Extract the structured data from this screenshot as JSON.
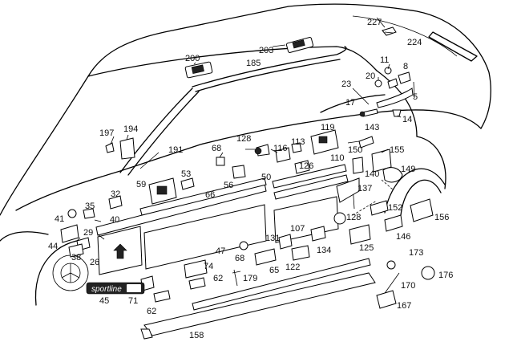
{
  "badge_text": "sportline",
  "callouts": [
    "227",
    "224",
    "200",
    "203",
    "185",
    "11",
    "8",
    "23",
    "20",
    "5",
    "17",
    "14",
    "197",
    "194",
    "191",
    "128",
    "68",
    "116",
    "113",
    "119",
    "143",
    "150",
    "155",
    "110",
    "140",
    "149",
    "126",
    "53",
    "56",
    "59",
    "50",
    "66",
    "32",
    "35",
    "137",
    "41",
    "40",
    "29",
    "44",
    "38",
    "26",
    "152",
    "128",
    "156",
    "107",
    "131",
    "134",
    "146",
    "125",
    "47",
    "68",
    "74",
    "62",
    "179",
    "65",
    "122",
    "173",
    "176",
    "170",
    "45",
    "71",
    "62",
    "158",
    "167"
  ]
}
